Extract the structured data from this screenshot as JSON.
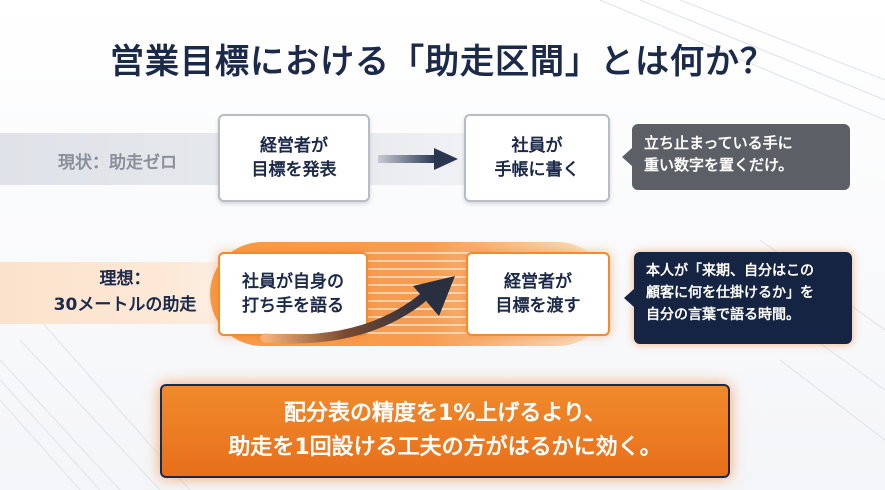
{
  "title": "営業目標における「助走区間」とは何か？",
  "current": {
    "label": "現状：助走ゼロ",
    "box1": [
      "経営者が",
      "目標を発表"
    ],
    "box2": [
      "社員が",
      "手帳に書く"
    ],
    "callout": [
      "立ち止まっている手に",
      "重い数字を置くだけ。"
    ]
  },
  "ideal": {
    "label": [
      "理想：",
      "30メートルの助走"
    ],
    "box1": [
      "社員が自身の",
      "打ち手を語る"
    ],
    "box2": [
      "経営者が",
      "目標を渡す"
    ],
    "callout": [
      "本人が「来期、自分はこの",
      "顧客に何を仕掛けるか」を",
      "自分の言葉で語る時間。"
    ]
  },
  "banner": [
    "配分表の精度を1%上げるより、",
    "助走を1回設ける工夫の方がはるかに効く。"
  ],
  "colors": {
    "navy": "#1c2a4a",
    "orange": "#f08a2c",
    "grey_callout": "#5c5f66"
  }
}
